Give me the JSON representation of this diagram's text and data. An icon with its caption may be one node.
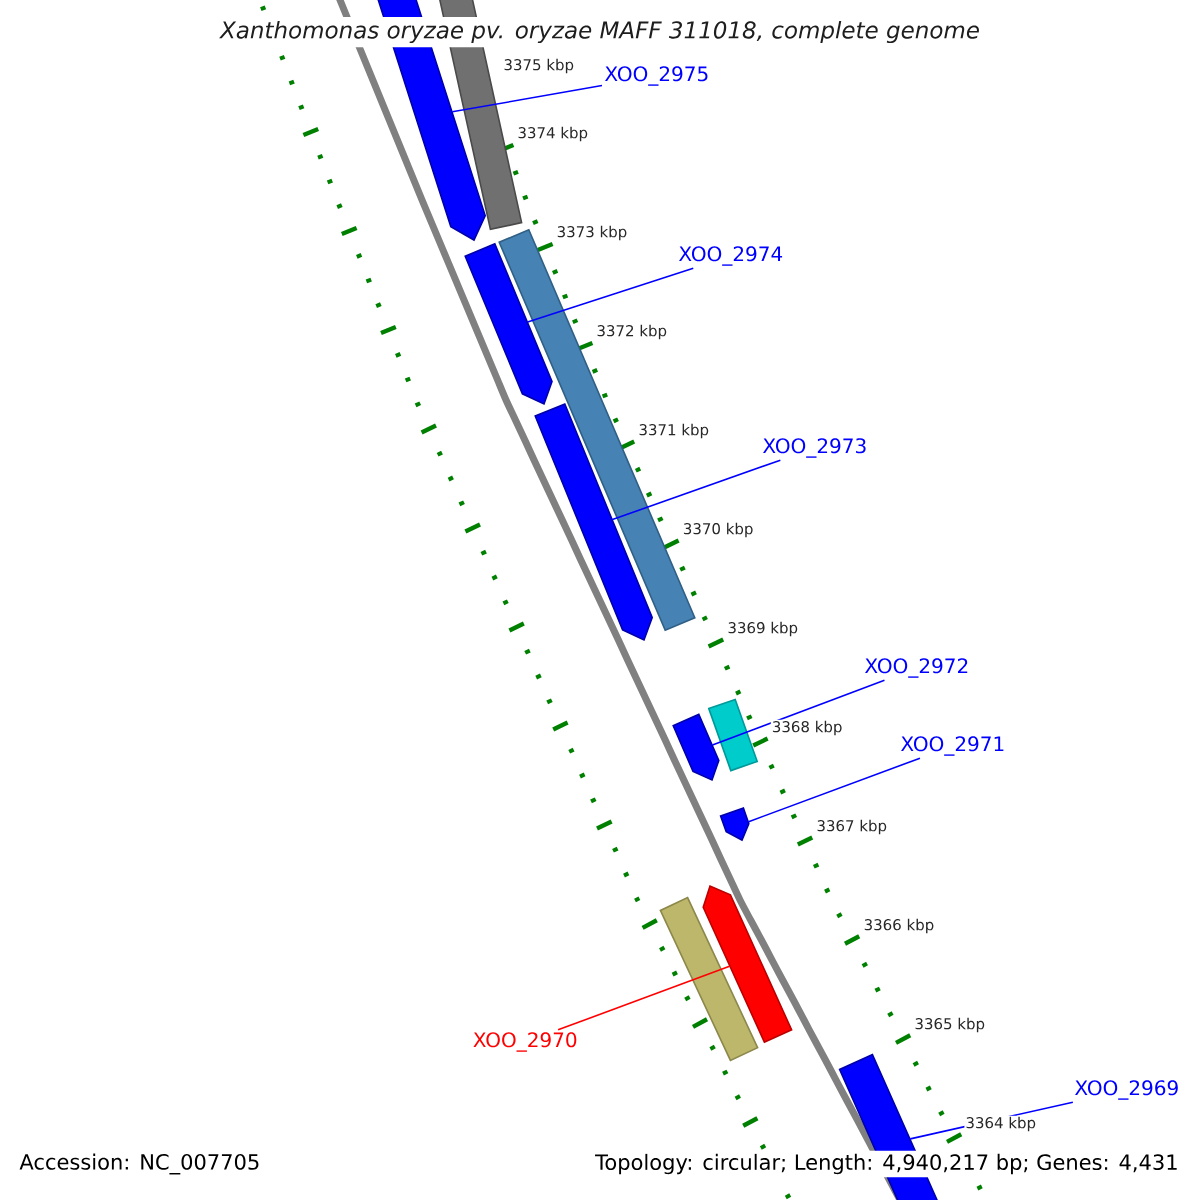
{
  "diagram": {
    "title": "Xanthomonas oryzae pv. oryzae MAFF 311018, complete genome",
    "nodes": [
      {
        "text": [],
        "shape": "bar"
      },
      {
        "text": [],
        "shape": "bar"
      },
      {
        "text": [],
        "shape": "bar"
      },
      {
        "text": [],
        "shape": "bar"
      },
      {
        "text": [],
        "shape": "bar"
      },
      {
        "text": [],
        "shape": "bar"
      },
      {
        "text": [],
        "shape": "bar"
      },
      {
        "text": [],
        "shape": "bar"
      },
      {
        "text": [],
        "shape": "bar"
      },
      {
        "text": [],
        "shape": "bar"
      },
      {
        "text": [],
        "shape": "bar"
      },
      {
        "text": [
          "XOO_2975"
        ]
      },
      {
        "text": [
          "XOO_2974"
        ]
      },
      {
        "text": [
          "XOO_2973"
        ]
      },
      {
        "text": [
          "XOO_2972"
        ]
      },
      {
        "text": [
          "XOO_2971"
        ]
      },
      {
        "text": [
          "XOO_2970"
        ]
      },
      {
        "text": [
          "XOO_2969"
        ]
      }
    ],
    "edges": [
      {
        "from": 11,
        "to": 0,
        "arrow": "none"
      },
      {
        "from": 12,
        "to": 2,
        "arrow": "none"
      },
      {
        "from": 13,
        "to": 4,
        "arrow": "none"
      },
      {
        "from": 14,
        "to": 5,
        "arrow": "none"
      },
      {
        "from": 15,
        "to": 7,
        "arrow": "none"
      },
      {
        "from": 16,
        "to": 8,
        "arrow": "none",
        "color": "#ff0000"
      },
      {
        "from": 17,
        "to": 10,
        "arrow": "none"
      }
    ],
    "labels": [
      "3375 kbp",
      "3374 kbp",
      "3373 kbp",
      "3372 kbp",
      "3371 kbp",
      "3370 kbp",
      "3369 kbp",
      "3368 kbp",
      "3367 kbp",
      "3366 kbp",
      "3365 kbp",
      "3364 kbp",
      "Accession: NC_007705",
      "Topology: circular; Length: 4,940,217 bp; Genes: 4,431"
    ]
  }
}
